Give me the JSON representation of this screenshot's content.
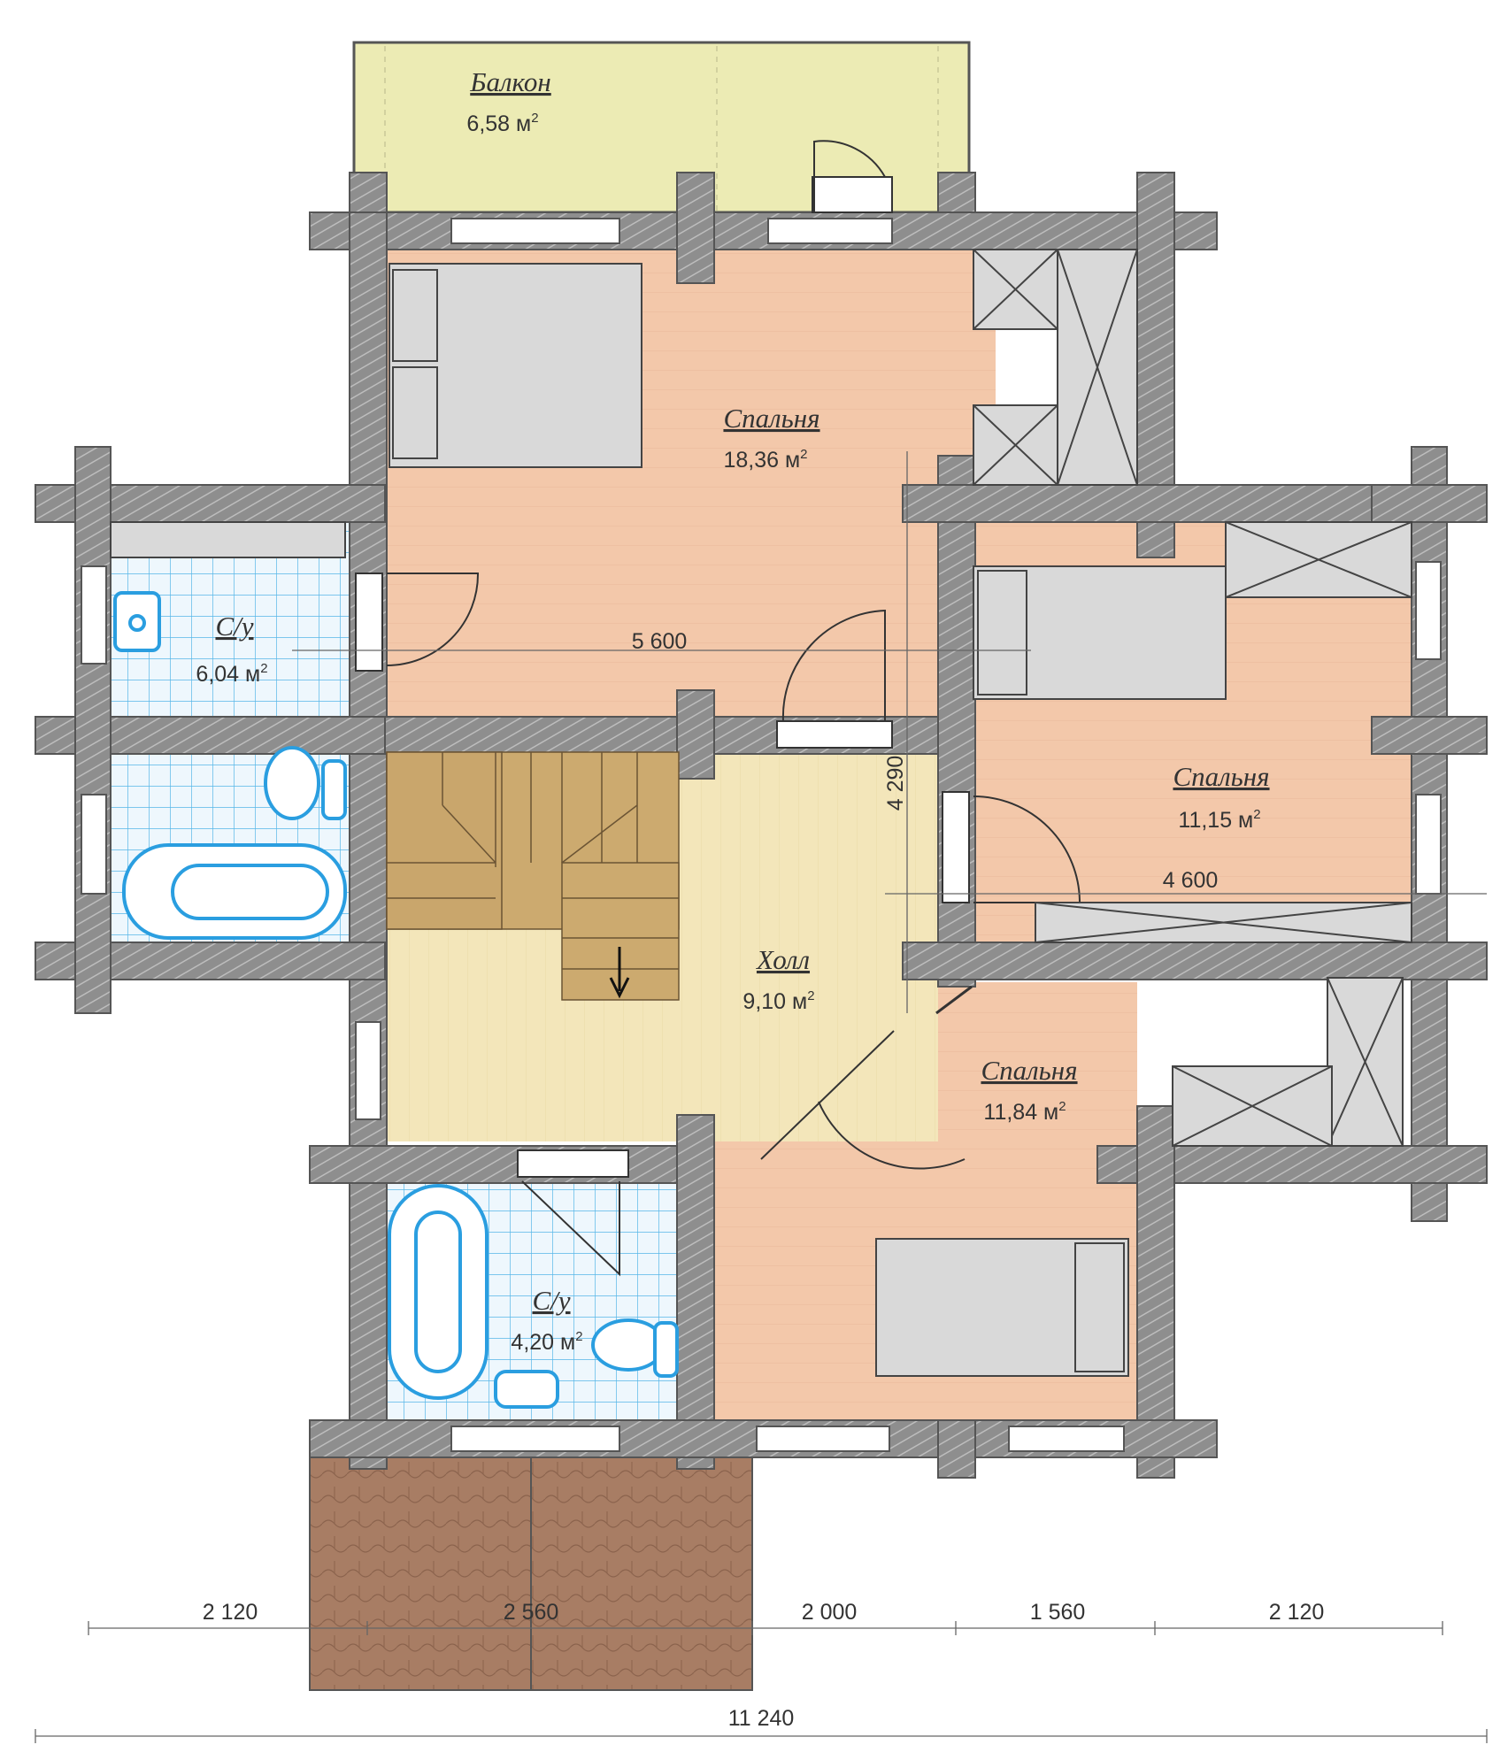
{
  "plan": {
    "rooms": [
      {
        "name": "Балкон",
        "area": "6,58 м",
        "sup": "2"
      },
      {
        "name": "Спальня",
        "area": "18,36 м",
        "sup": "2"
      },
      {
        "name": "С/у",
        "area": "6,04 м",
        "sup": "2"
      },
      {
        "name": "Спальня",
        "area": "11,15 м",
        "sup": "2"
      },
      {
        "name": "Холл",
        "area": "9,10 м",
        "sup": "2"
      },
      {
        "name": "Спальня",
        "area": "11,84 м",
        "sup": "2"
      },
      {
        "name": "С/у",
        "area": "4,20 м",
        "sup": "2"
      }
    ],
    "inner_dimensions": [
      "5 600",
      "4 290",
      "4 600"
    ],
    "bottom_dimensions": [
      "2 120",
      "2 560",
      "2 000",
      "1 560",
      "2 120"
    ],
    "total_dimension": "11 240"
  },
  "colors": {
    "wall": "#8c8c8c",
    "bedroom_floor": "#f3c8aa",
    "hall_floor": "#f3e6ba",
    "balcony_floor": "#ecebb4",
    "bathroom_tile": "#eaf5fc",
    "tile_lines": "#4fb3e6",
    "stairs": "#ccaa6f",
    "porch": "#a87d64",
    "furniture": "#d9d9d9"
  }
}
